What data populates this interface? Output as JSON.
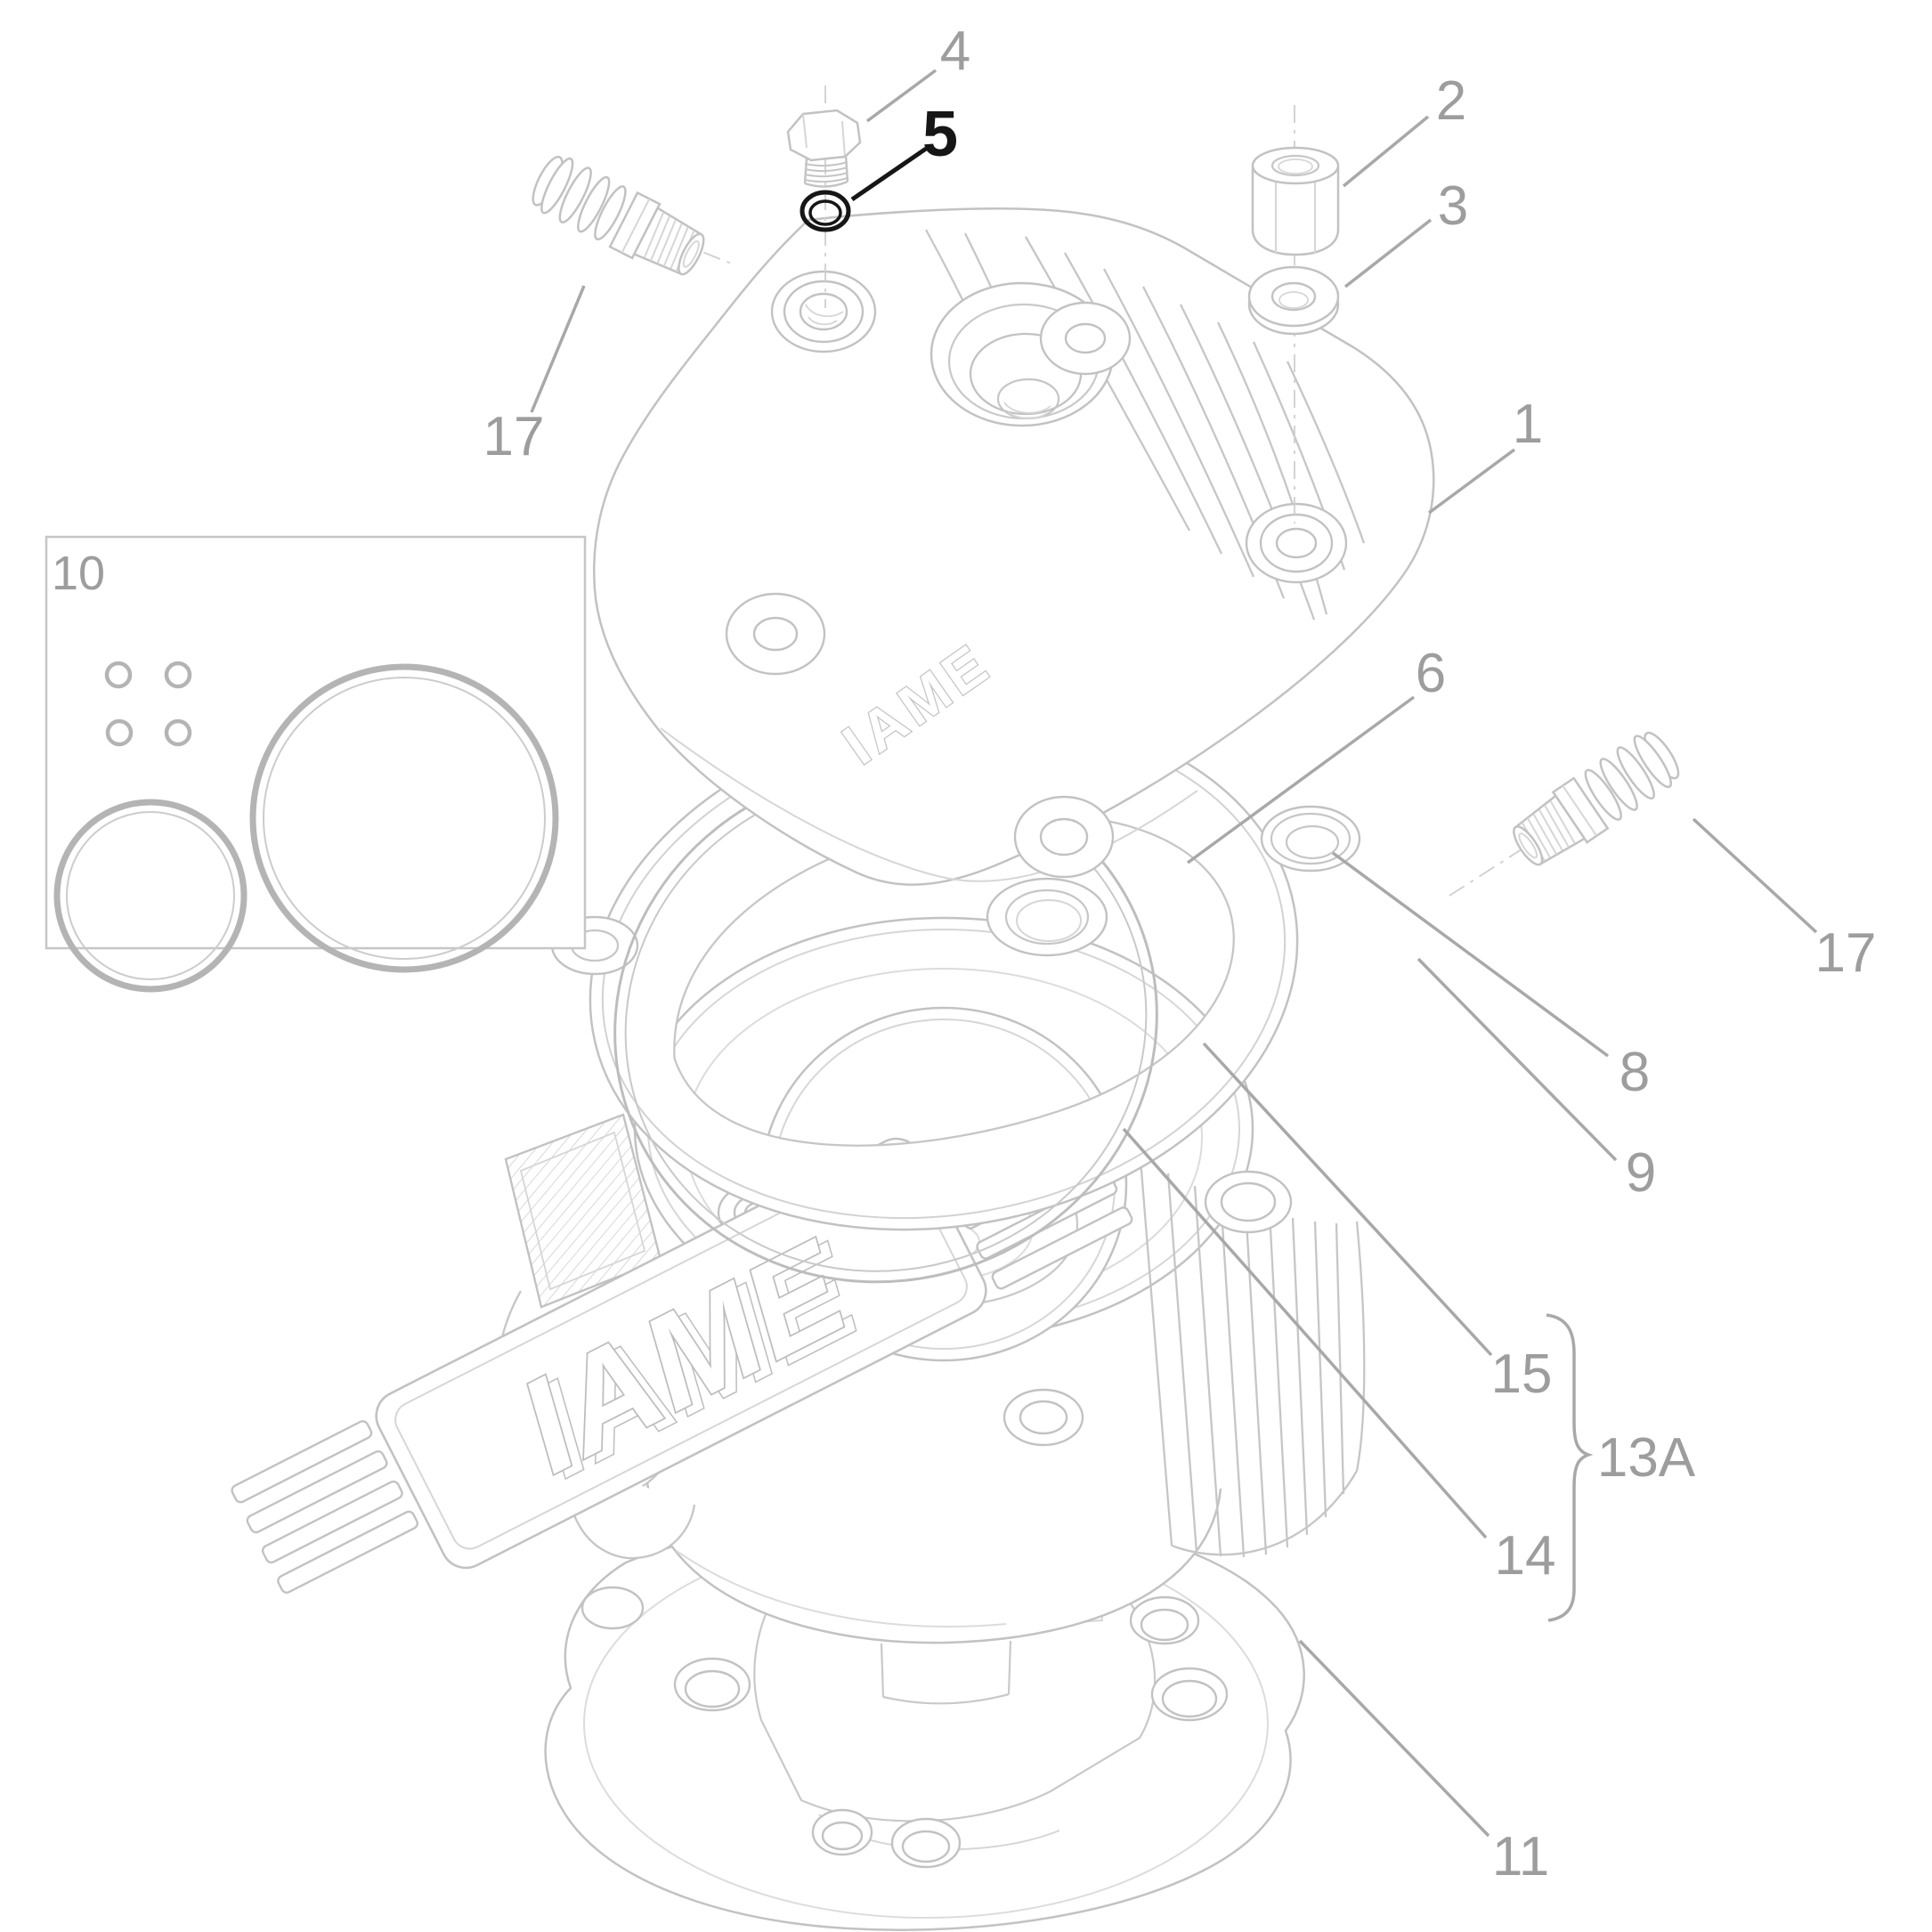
{
  "diagram_type": "exploded-parts-drawing",
  "callouts": {
    "c1": "1",
    "c2": "2",
    "c3": "3",
    "c4": "4",
    "c5": "5",
    "c6": "6",
    "c8": "8",
    "c9": "9",
    "c10": "10",
    "c11": "11",
    "c13a": "13A",
    "c14": "14",
    "c15": "15",
    "c17_left": "17",
    "c17_right": "17"
  },
  "branding": {
    "cover_logo": "IAME",
    "cylinder_logo": "IAME"
  },
  "highlight": {
    "part_number": "5",
    "description_color": "#161616"
  },
  "colors": {
    "background": "#ffffff",
    "part_line": "#c2c2c2",
    "part_line_light": "#d6d6d6",
    "oring_thick": "#b4b4b4",
    "leader_gray": "#a8a8a8",
    "label_gray": "#9d9d9d",
    "highlight_black": "#161616"
  }
}
